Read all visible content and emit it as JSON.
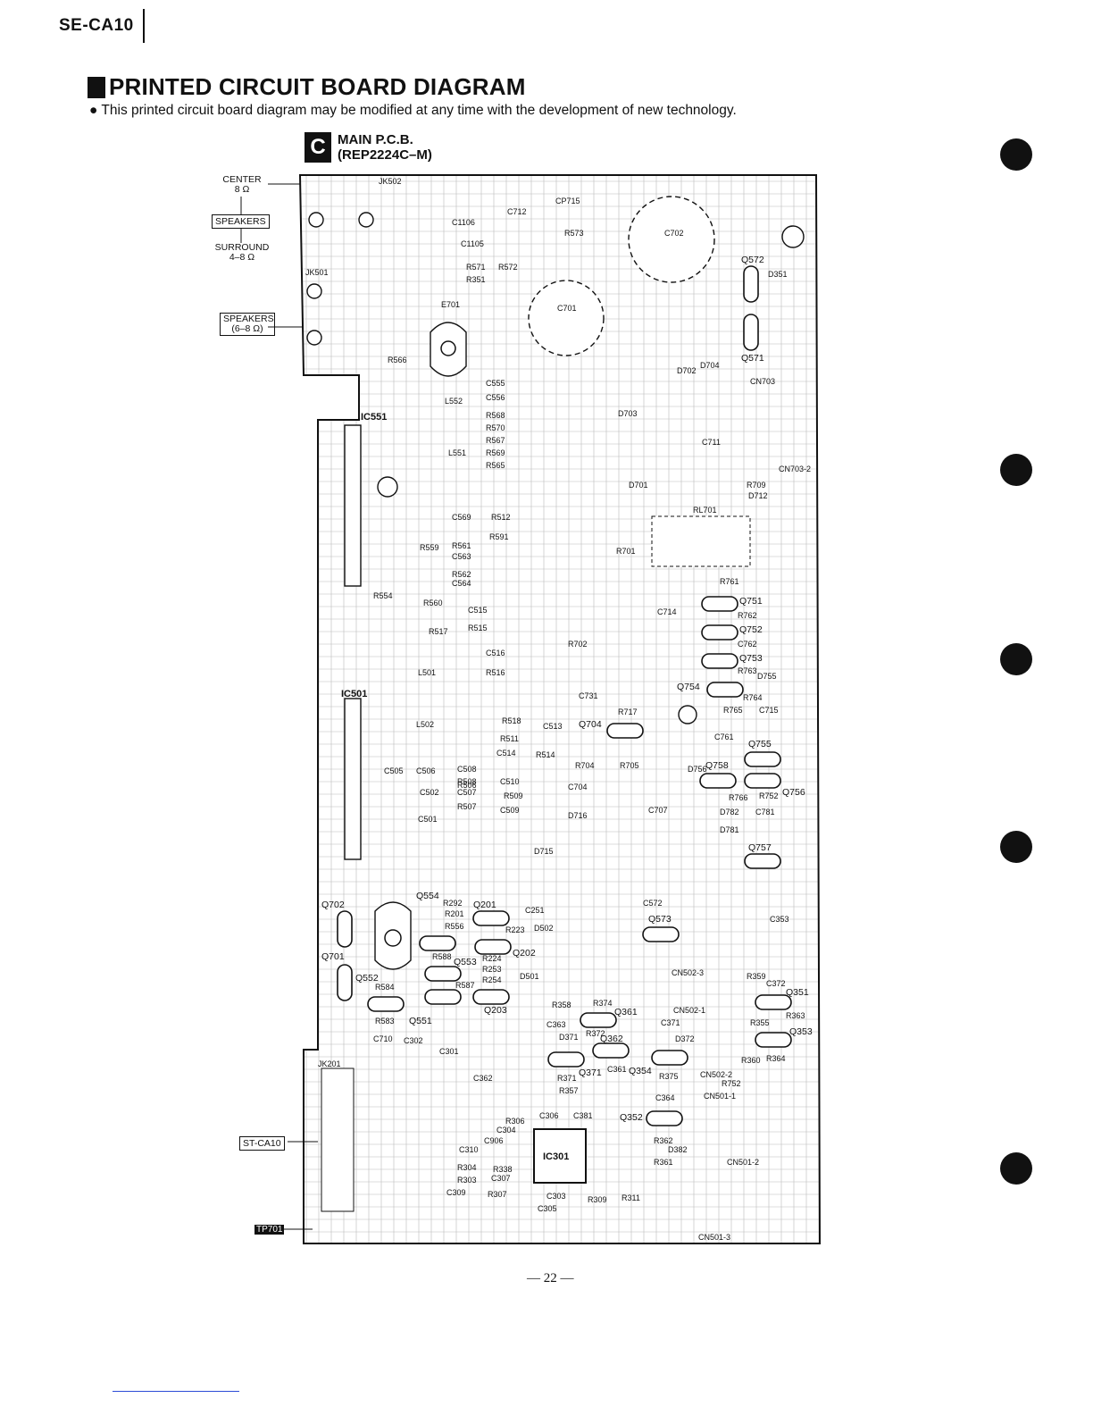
{
  "header": {
    "model": "SE-CA10",
    "title": "PRINTED CIRCUIT BOARD DIAGRAM",
    "note": "This printed circuit board diagram may be modified at any time with the development of new technology."
  },
  "section": {
    "letter": "C",
    "title": "MAIN P.C.B.",
    "part": "(REP2224C–M)"
  },
  "external_labels": {
    "center": "CENTER",
    "center_ohm": "8 Ω",
    "speakers_top": "SPEAKERS",
    "surround": "SURROUND",
    "surround_ohm": "4–8 Ω",
    "speakers_mid": "SPEAKERS",
    "speakers_mid_ohm": "(6–8 Ω)",
    "st_ca10": "ST-CA10",
    "tp701": "TP701"
  },
  "components": {
    "connectors": [
      "JK502",
      "JK501",
      "JK201",
      "CN703",
      "CN703-2",
      "CN502-1",
      "CN502-2",
      "CN502-3",
      "CN501-1",
      "CN501-2",
      "CN501-3",
      "CP715"
    ],
    "ics": [
      "IC551",
      "IC501",
      "IC301"
    ],
    "transistors": [
      "Q572",
      "Q571",
      "Q751",
      "Q752",
      "Q753",
      "Q754",
      "Q755",
      "Q756",
      "Q757",
      "Q758",
      "Q704",
      "Q702",
      "Q701",
      "Q554",
      "Q553",
      "Q552",
      "Q551",
      "Q201",
      "Q202",
      "Q203",
      "Q573",
      "Q361",
      "Q362",
      "Q371",
      "Q354",
      "Q352",
      "Q351",
      "Q353"
    ],
    "capacitors": [
      "C702",
      "C701",
      "C712",
      "C711",
      "C714",
      "C715",
      "C731",
      "C761",
      "C762",
      "C781",
      "C704",
      "C707",
      "C710",
      "C1105",
      "C1106",
      "C555",
      "C556",
      "C569",
      "C563",
      "C564",
      "C515",
      "C516",
      "C505",
      "C506",
      "C508",
      "C510",
      "C502",
      "C507",
      "C509",
      "C501",
      "C513",
      "C514",
      "C251",
      "C572",
      "C353",
      "C372",
      "C371",
      "C363",
      "C361",
      "C364",
      "C362",
      "C301",
      "C302",
      "C306",
      "C310",
      "C304",
      "C381",
      "C307",
      "C309",
      "C303",
      "C305",
      "C906"
    ],
    "resistors": [
      "R573",
      "R571",
      "R572",
      "R351",
      "R566",
      "R568",
      "R570",
      "R567",
      "R569",
      "R565",
      "R512",
      "R591",
      "R559",
      "R561",
      "R562",
      "R560",
      "R554",
      "R517",
      "R515",
      "R516",
      "R518",
      "R511",
      "R514",
      "R506",
      "R508",
      "R507",
      "R509",
      "R701",
      "R702",
      "R704",
      "R705",
      "R717",
      "R709",
      "R761",
      "R762",
      "R763",
      "R764",
      "R765",
      "R766",
      "R752",
      "R292",
      "R201",
      "R556",
      "R223",
      "R224",
      "R253",
      "R254",
      "R588",
      "R587",
      "R584",
      "R583",
      "R358",
      "R374",
      "R372",
      "R375",
      "R371",
      "R357",
      "R359",
      "R355",
      "R363",
      "R360",
      "R364",
      "R362",
      "R361",
      "R306",
      "R304",
      "R338",
      "R303",
      "R307",
      "R309",
      "R311",
      "R752"
    ],
    "diodes": [
      "D351",
      "D702",
      "D704",
      "D703",
      "D701",
      "D712",
      "D755",
      "D756",
      "D782",
      "D781",
      "D715",
      "D716",
      "D371",
      "D372",
      "D382",
      "D502",
      "D501"
    ],
    "other": [
      "E701",
      "L552",
      "L551",
      "L501",
      "L502",
      "RL701"
    ]
  },
  "page_number": "— 22 —"
}
